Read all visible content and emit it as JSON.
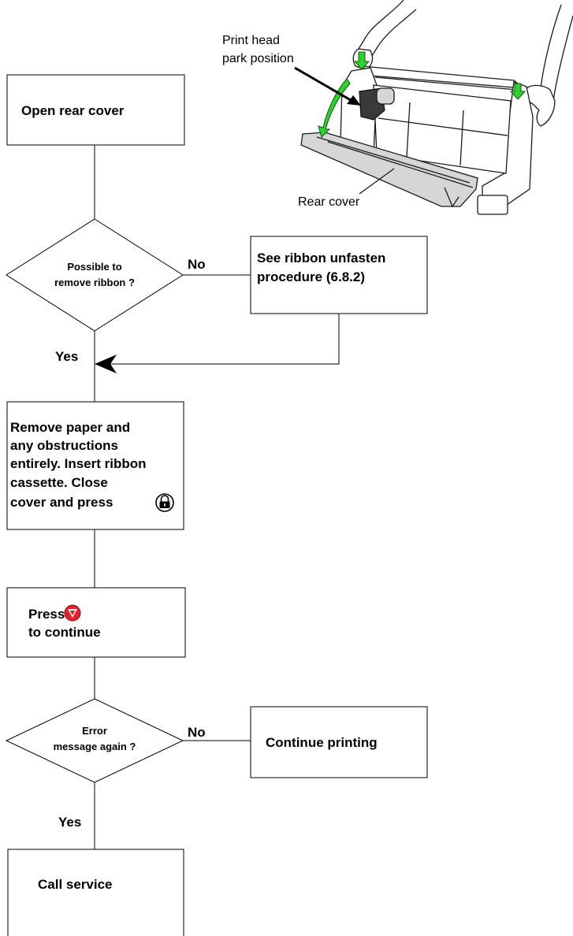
{
  "steps": {
    "open_rear_cover": "Open rear cover",
    "ribbon_decision": [
      "Possible to",
      "remove ribbon ?"
    ],
    "unfasten_procedure": [
      "See ribbon unfasten",
      "procedure (6.8.2)"
    ],
    "remove_paper": [
      "Remove paper and",
      "any obstructions",
      "entirely. Insert ribbon",
      "cassette. Close",
      "cover and press"
    ],
    "press_continue": [
      "Press",
      "to continue"
    ],
    "error_decision": [
      "Error",
      "message again ?"
    ],
    "continue_printing": "Continue printing",
    "call_service": "Call service"
  },
  "branch_labels": {
    "no_1": "No",
    "yes_1": "Yes",
    "no_2": "No",
    "yes_2": "Yes"
  },
  "illustration": {
    "callout_head": [
      "Print head",
      "park position"
    ],
    "callout_cover": "Rear cover"
  },
  "icons": {
    "lock_button_icon": "lock-icon",
    "continue_button_icon": "red-down-triangle-icon",
    "arrow_color": "#2fd12f",
    "continue_icon_color": "#e8202a"
  }
}
